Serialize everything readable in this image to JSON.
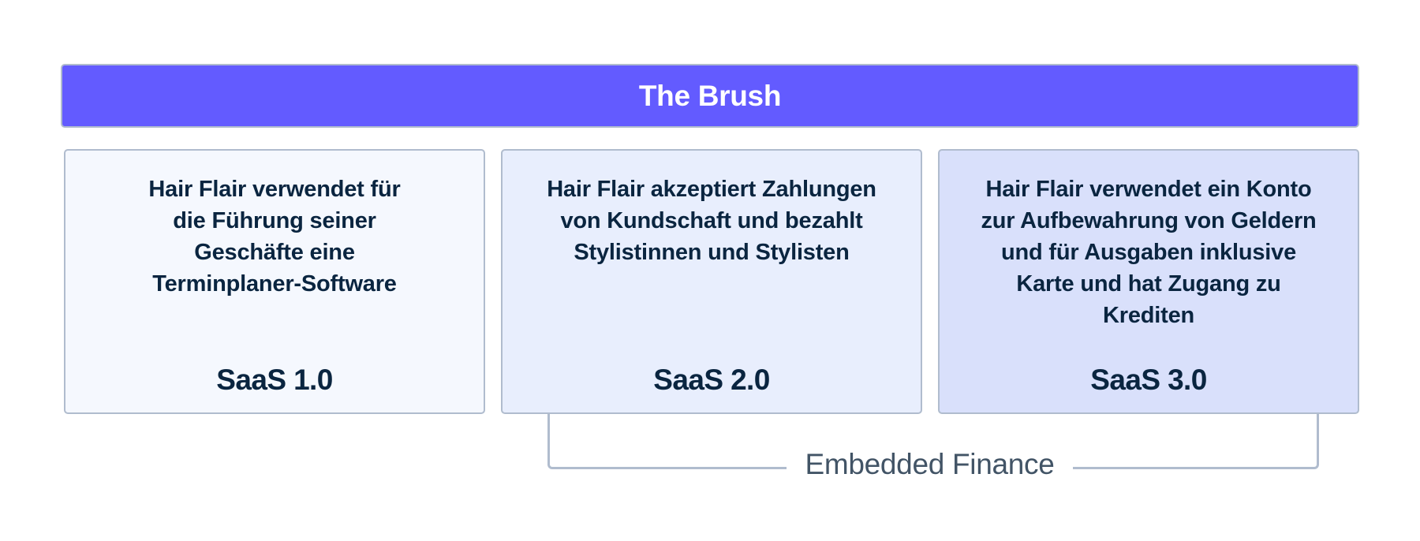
{
  "colors": {
    "header_bg": "#635BFF",
    "border": "#B0BCCE",
    "text_dark": "#0A2540",
    "text_muted": "#425466",
    "card_1_bg": "#F5F8FE",
    "card_2_bg": "#E8EEFD",
    "card_3_bg": "#D9E0FB"
  },
  "header": {
    "title": "The Brush"
  },
  "cards": [
    {
      "title": "SaaS 1.0",
      "description_lines": [
        "Hair Flair verwendet für",
        "die Führung seiner",
        "Geschäfte eine",
        "Terminplaner-Software"
      ]
    },
    {
      "title": "SaaS 2.0",
      "description_lines": [
        "Hair Flair akzeptiert Zahlungen",
        "von Kundschaft und bezahlt",
        "Stylistinnen und Stylisten"
      ]
    },
    {
      "title": "SaaS 3.0",
      "description_lines": [
        "Hair Flair verwendet ein Konto",
        "zur Aufbewahrung von Geldern",
        "und für Ausgaben inklusive",
        "Karte und hat Zugang zu",
        "Krediten"
      ]
    }
  ],
  "bracket": {
    "label": "Embedded Finance",
    "spans_cards": [
      "SaaS 2.0",
      "SaaS 3.0"
    ]
  }
}
